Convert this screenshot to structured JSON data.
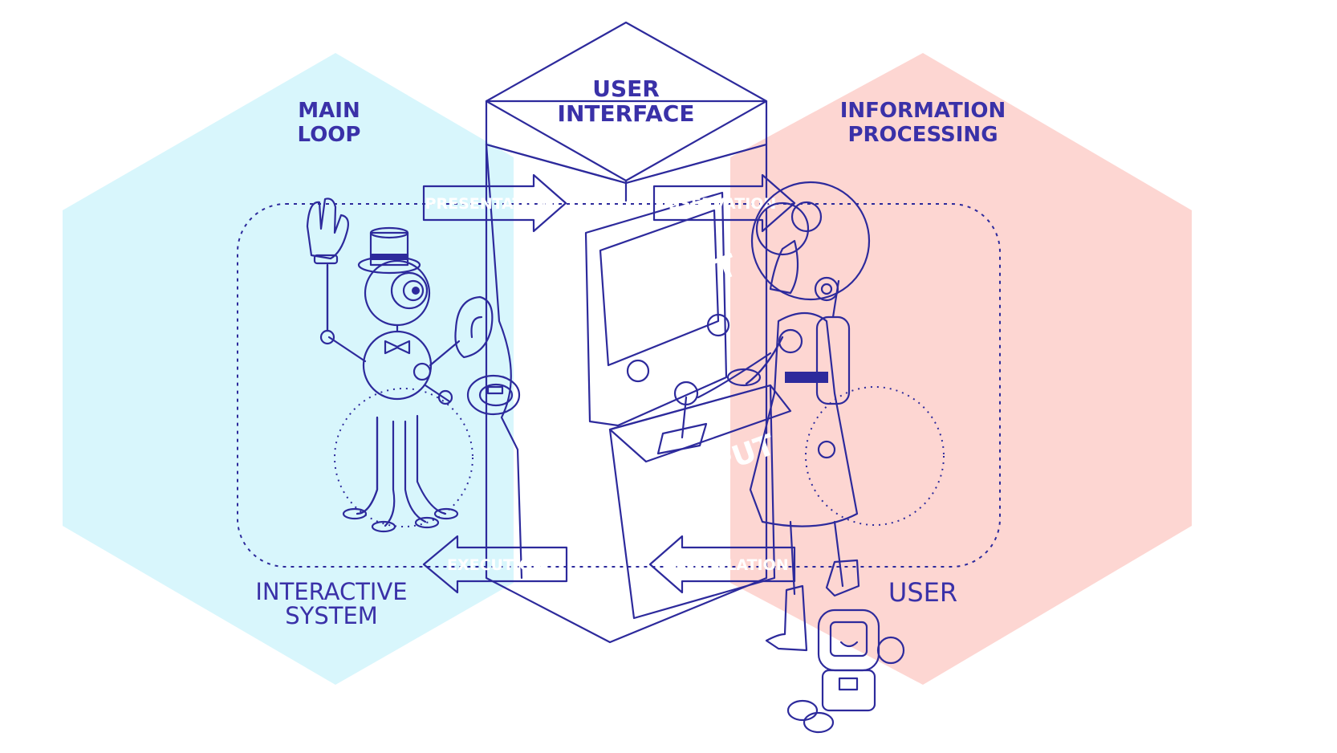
{
  "labels": {
    "main_loop_line1": "MAIN",
    "main_loop_line2": "LOOP",
    "user_interface_line1": "USER",
    "user_interface_line2": "INTERFACE",
    "info_processing_line1": "INFORMATION",
    "info_processing_line2": "PROCESSING",
    "interactive_system_line1": "INTERACTIVE",
    "interactive_system_line2": "SYSTEM",
    "user": "USER"
  },
  "arrows": {
    "presentation": "PRESENTATION",
    "observation": "OBSERVATION",
    "execution": "EXECUTION",
    "articulation": "ARTICULATION"
  },
  "screens": {
    "output": "OUTPUT",
    "input": "INPUT"
  },
  "colors": {
    "system_region": "#d8f6fc",
    "user_region": "#fdd6d2",
    "blue_arrow": "#1bbbef",
    "red_arrow": "#f2523f",
    "ink": "#2d2a9c",
    "label": "#3a31a8"
  }
}
